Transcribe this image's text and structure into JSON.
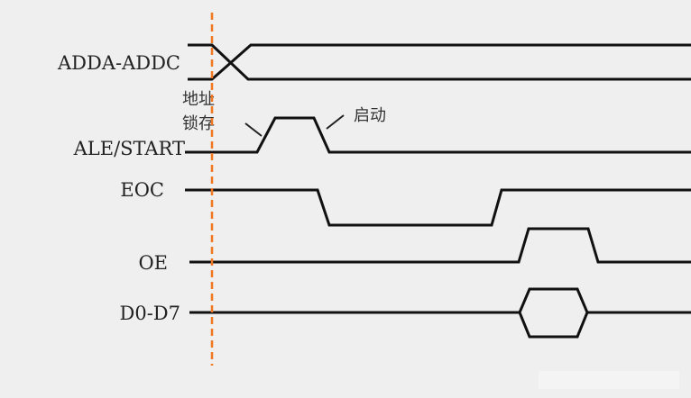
{
  "signals": [
    {
      "name": "ADDA-ADDC"
    },
    {
      "name": "ALE/START"
    },
    {
      "name": "EOC"
    },
    {
      "name": "OE"
    },
    {
      "name": "D0-D7"
    }
  ],
  "annotations": {
    "latch_line1": "地址",
    "latch_line2": "锁存",
    "start": "启动"
  },
  "colors": {
    "marker": "#f07820",
    "trace": "#111111",
    "background": "#efefef"
  }
}
